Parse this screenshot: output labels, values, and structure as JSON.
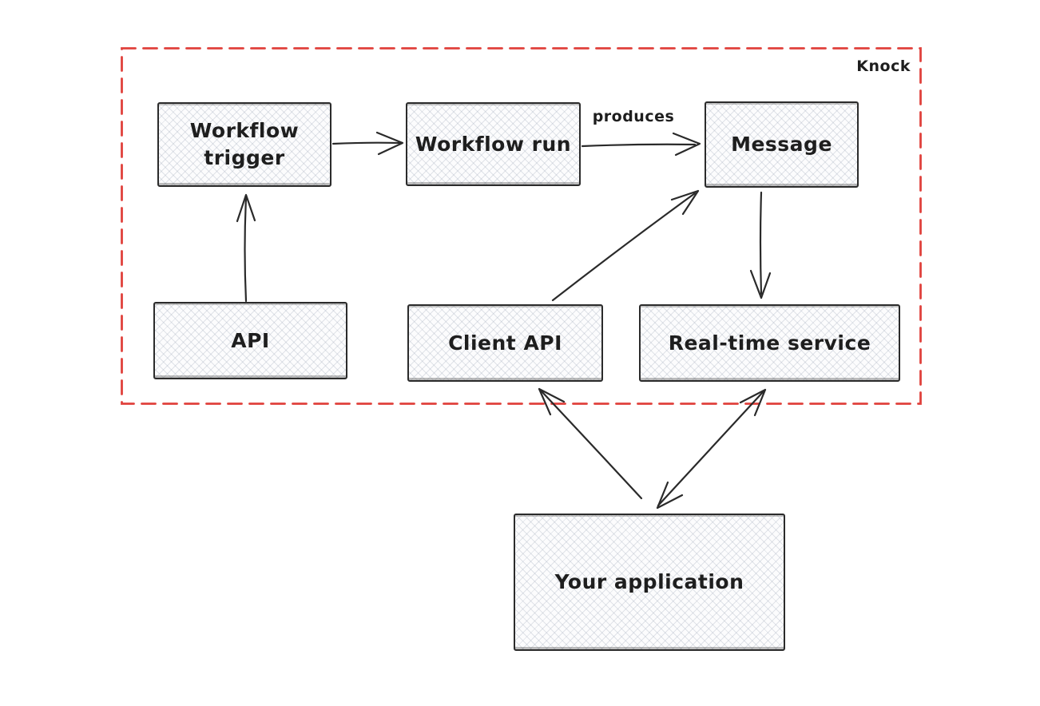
{
  "container": {
    "label": "Knock"
  },
  "nodes": {
    "workflow_trigger": {
      "label": "Workflow\ntrigger"
    },
    "workflow_run": {
      "label": "Workflow run"
    },
    "message": {
      "label": "Message"
    },
    "api": {
      "label": "API"
    },
    "client_api": {
      "label": "Client API"
    },
    "realtime_service": {
      "label": "Real-time service"
    },
    "your_application": {
      "label": "Your application"
    }
  },
  "edges": [
    {
      "from": "api",
      "to": "workflow_trigger",
      "label": "",
      "bidirectional": false
    },
    {
      "from": "workflow_trigger",
      "to": "workflow_run",
      "label": "",
      "bidirectional": false
    },
    {
      "from": "workflow_run",
      "to": "message",
      "label": "produces",
      "bidirectional": false
    },
    {
      "from": "client_api",
      "to": "message",
      "label": "",
      "bidirectional": false
    },
    {
      "from": "message",
      "to": "realtime_service",
      "label": "",
      "bidirectional": false
    },
    {
      "from": "your_application",
      "to": "client_api",
      "label": "",
      "bidirectional": false
    },
    {
      "from": "your_application",
      "to": "realtime_service",
      "label": "",
      "bidirectional": true
    }
  ],
  "colors": {
    "container_border": "#e0413c",
    "node_border": "#2b2b2b",
    "node_fill": "#fcfcfd",
    "hatch": "#9ea8b8",
    "arrow_stroke": "#2a2a2a",
    "text": "#1e1e1e"
  }
}
